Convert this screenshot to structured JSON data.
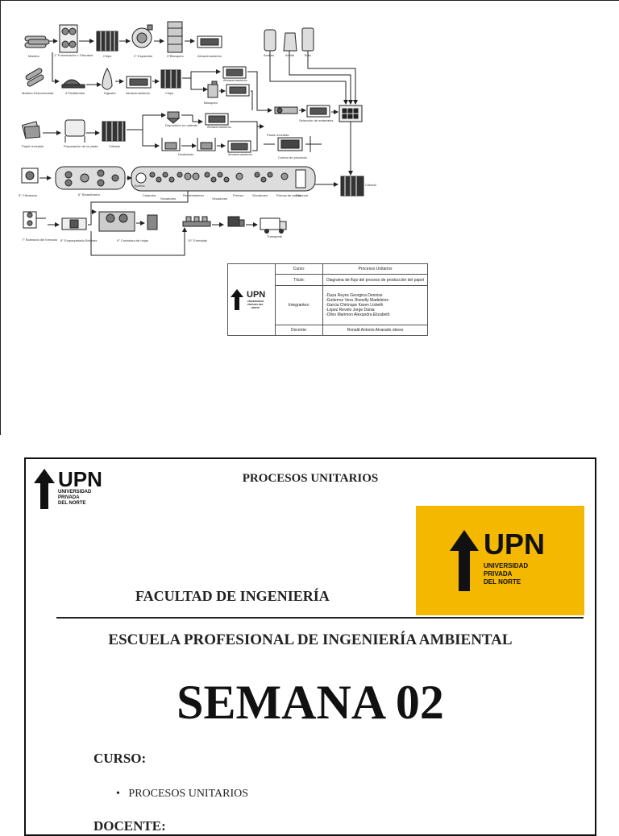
{
  "diagram": {
    "labels": {
      "madera": "Madera",
      "madera_descortezada": "Madera Descortezada",
      "pulido": "1° Pulverizador o Triturador",
      "chips1": "Chips",
      "esparador": "2° Esparador",
      "blanqueo": "3°Blanqueo",
      "almacenamiento1": "Almacenamiento",
      "aceites": "Aceites",
      "arcilla": "Arcilla",
      "tinta": "Tinta",
      "desfibrador": "4°Desfibrador",
      "digester": "Digester",
      "almacenamiento2": "Almacenamiento",
      "chips2": "Chips",
      "almacenamiento3": "Almacenamiento",
      "blanqueo2": "Blanqueo",
      "mezcla": "Selección de materiales",
      "papel_reciclado": "Papel reciclado",
      "preparacion_pasta": "Preparación de la pasta",
      "cribado1": "Cribado",
      "deposicion": "Deposición en caliente",
      "almacenamiento4": "Almacenamiento",
      "destintado": "Destintado",
      "almacenamiento5": "Almacenamiento",
      "pasta_reciclada": "Pasta reciclada",
      "control": "Control de procesos",
      "cilindrado": "5° Cilindrado",
      "bioactivador": "6° Bioactivador",
      "bobina": "Bobina",
      "calandra": "Calandra",
      "secadores1": "Secadores",
      "recubrimiento": "Recubrimiento",
      "secadores2": "Secadores",
      "prensa": "Prensa",
      "secadores3": "Secadores",
      "prensa_salida": "Prensa de salida",
      "cabezal": "Cabezal",
      "cribado2": "Cribado",
      "bobinado": "7° Bobinado del formado",
      "empaquetado": "8° Empaquetado Bobinas",
      "cortadora": "9° Cortadora de hojas",
      "embalaje": "10° Embalaje",
      "transporte": "Transporte"
    },
    "title_block": {
      "brand": "UPN",
      "brand_sub": "UNIVERSIDAD PRIVADA DEL NORTE",
      "curso_key": "Curso:",
      "curso_val": "Procesos Unitarios",
      "titulo_key": "Título:",
      "titulo_val": "Diagrama de flujo del proceso de producción del papel",
      "integrantes_key": "Integrantes:",
      "integrantes": [
        "-Daza Reyes Georgina Dennise",
        "-Gutierrez Vera Jhonelly Madeleine",
        "-Garcia Chirinque Karen Lisbeth",
        "-Lopez Revelo Jorge Dania",
        "-Olivo Marimon Alexandra Elizabeth"
      ],
      "docente_key": "Docente:",
      "docente_val": "Ronald Antonio Alvarado obeso"
    }
  },
  "cover": {
    "brand": "UPN",
    "brand_sub_lines": [
      "UNIVERSIDAD",
      "PRIVADA",
      "DEL NORTE"
    ],
    "header": "PROCESOS UNITARIOS",
    "facultad": "FACULTAD DE INGENIERÍA",
    "escuela": "ESCUELA PROFESIONAL DE INGENIERÍA AMBIENTAL",
    "semana": "SEMANA 02",
    "curso_label": "CURSO:",
    "curso_item": "PROCESOS UNITARIOS",
    "docente_label": "DOCENTE:"
  },
  "colors": {
    "brand_yellow": "#f5b800",
    "ink": "#111111"
  }
}
